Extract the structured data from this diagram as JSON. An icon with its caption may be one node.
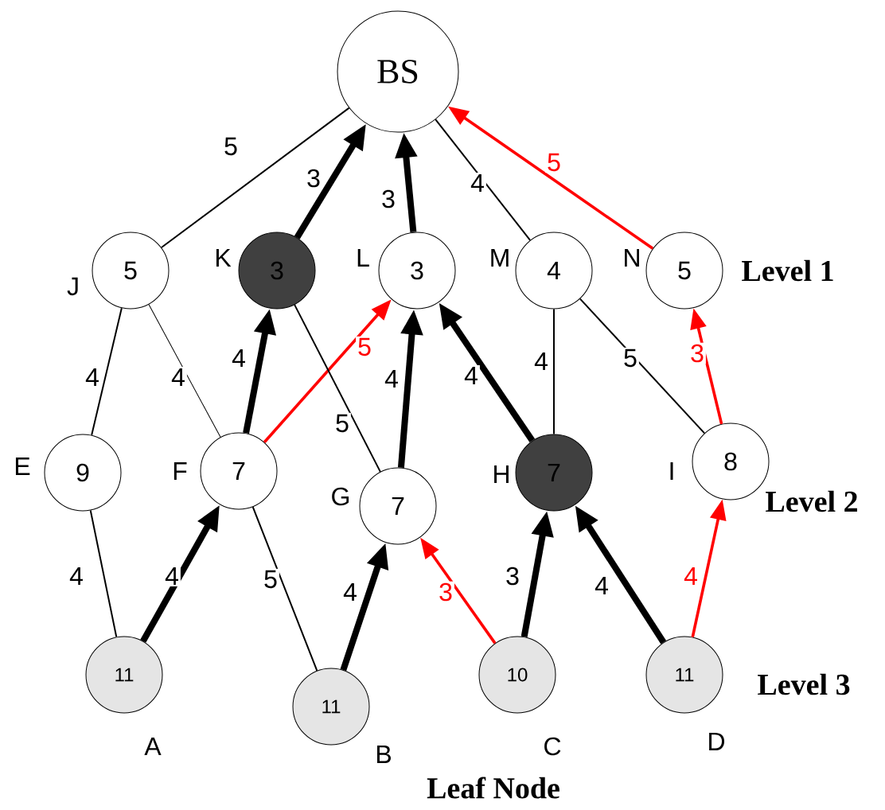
{
  "diagram": {
    "nodes": [
      {
        "text": [
          "BS"
        ]
      },
      {
        "text": [
          "5"
        ],
        "beside": [
          "J"
        ]
      },
      {
        "text": [
          "3"
        ],
        "beside": [
          "K"
        ]
      },
      {
        "text": [
          "3"
        ],
        "beside": [
          "L"
        ]
      },
      {
        "text": [
          "4"
        ],
        "beside": [
          "M"
        ]
      },
      {
        "text": [
          "5"
        ],
        "beside": [
          "N"
        ]
      },
      {
        "text": [
          "9"
        ],
        "beside": [
          "E"
        ]
      },
      {
        "text": [
          "7"
        ],
        "beside": [
          "F"
        ]
      },
      {
        "text": [
          "7"
        ],
        "beside": [
          "G"
        ]
      },
      {
        "text": [
          "7"
        ],
        "beside": [
          "H"
        ]
      },
      {
        "text": [
          "8"
        ],
        "beside": [
          "I"
        ]
      },
      {
        "text": [
          "11"
        ],
        "beside": [
          "A"
        ]
      },
      {
        "text": [
          "11"
        ],
        "beside": [
          "B"
        ]
      },
      {
        "text": [
          "10"
        ],
        "beside": [
          "C"
        ]
      },
      {
        "text": [
          "11"
        ],
        "beside": [
          "D"
        ]
      }
    ],
    "edges": [
      {
        "from": 0,
        "to": 1,
        "arrow": "none",
        "label": "5"
      },
      {
        "from": 2,
        "to": 0,
        "arrow": "to",
        "label": "3",
        "style": "thick"
      },
      {
        "from": 3,
        "to": 0,
        "arrow": "to",
        "label": "3",
        "style": "thick"
      },
      {
        "from": 0,
        "to": 4,
        "arrow": "none",
        "label": "4"
      },
      {
        "from": 5,
        "to": 0,
        "arrow": "to",
        "label": "5",
        "color": "#ff0000"
      },
      {
        "from": 1,
        "to": 6,
        "arrow": "none",
        "label": "4"
      },
      {
        "from": 1,
        "to": 7,
        "arrow": "none",
        "label": "4"
      },
      {
        "from": 7,
        "to": 2,
        "arrow": "to",
        "label": "4",
        "style": "thick"
      },
      {
        "from": 7,
        "to": 3,
        "arrow": "to",
        "label": "5",
        "color": "#ff0000"
      },
      {
        "from": 2,
        "to": 8,
        "arrow": "none",
        "label": "5"
      },
      {
        "from": 8,
        "to": 3,
        "arrow": "to",
        "label": "4",
        "style": "thick"
      },
      {
        "from": 9,
        "to": 3,
        "arrow": "to",
        "label": "4",
        "style": "thick"
      },
      {
        "from": 4,
        "to": 9,
        "arrow": "none",
        "label": "4"
      },
      {
        "from": 4,
        "to": 10,
        "arrow": "none",
        "label": "5"
      },
      {
        "from": 10,
        "to": 5,
        "arrow": "to",
        "label": "3",
        "color": "#ff0000"
      },
      {
        "from": 6,
        "to": 11,
        "arrow": "none",
        "label": "4"
      },
      {
        "from": 11,
        "to": 7,
        "arrow": "to",
        "label": "4",
        "style": "thick"
      },
      {
        "from": 7,
        "to": 12,
        "arrow": "none",
        "label": "5"
      },
      {
        "from": 12,
        "to": 8,
        "arrow": "to",
        "label": "4",
        "style": "thick"
      },
      {
        "from": 13,
        "to": 8,
        "arrow": "to",
        "label": "3",
        "color": "#ff0000"
      },
      {
        "from": 13,
        "to": 9,
        "arrow": "to",
        "label": "3",
        "style": "thick"
      },
      {
        "from": 14,
        "to": 9,
        "arrow": "to",
        "label": "4",
        "style": "thick"
      },
      {
        "from": 14,
        "to": 10,
        "arrow": "to",
        "label": "4",
        "color": "#ff0000"
      }
    ],
    "labels": [
      "Level 1",
      "Level 2",
      "Level 3",
      "Leaf Node"
    ]
  }
}
